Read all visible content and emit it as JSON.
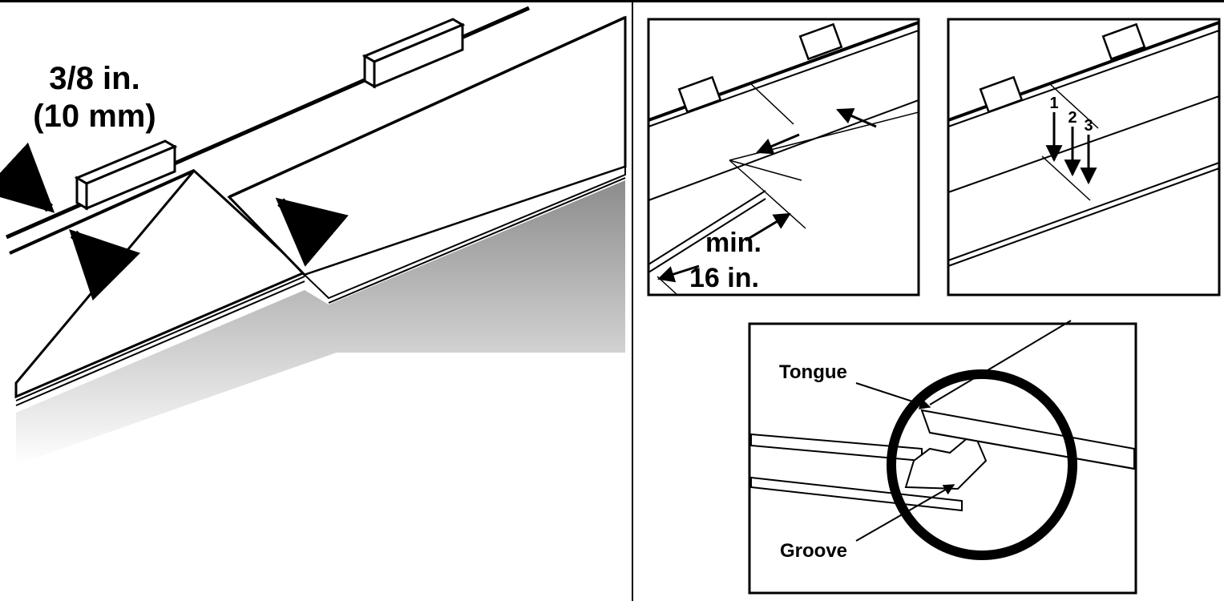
{
  "colors": {
    "ink": "#000000",
    "paper": "#ffffff",
    "shade": "#9a9a9a"
  },
  "left_panel": {
    "gap_label_line1": "3/8 in.",
    "gap_label_line2": "(10 mm)",
    "icons": [
      "spacer-block-icon",
      "push-arrow-icon"
    ]
  },
  "panel_offset": {
    "label_line1": "min.",
    "label_line2": "16 in."
  },
  "panel_sequence": {
    "steps": [
      "1",
      "2",
      "3"
    ]
  },
  "panel_detail": {
    "tongue_label": "Tongue",
    "groove_label": "Groove"
  }
}
